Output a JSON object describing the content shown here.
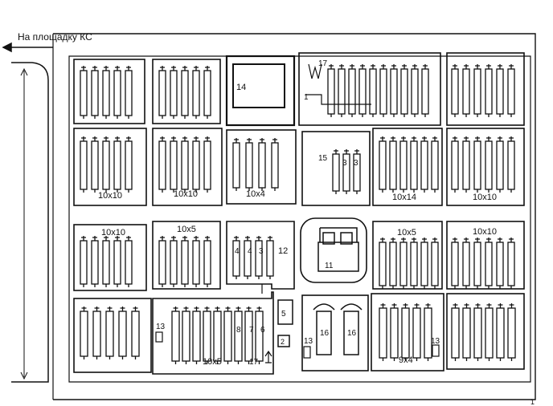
{
  "header": {
    "direction_label": "На площадку КС"
  },
  "numbers": {
    "n1": "1",
    "n2": "2",
    "n3": "3",
    "n4": "4",
    "n5": "5",
    "n6": "6",
    "n7": "7",
    "n8": "8",
    "n11": "11",
    "n12": "12",
    "n13": "13",
    "n14": "14",
    "n15": "15",
    "n16": "16",
    "n17": "17"
  },
  "sizes": {
    "s10x10": "10x10",
    "s10x4": "10x4",
    "s10x14": "10x14",
    "s10x5": "10x5",
    "s9x4": "9x4"
  },
  "page_number": "1"
}
